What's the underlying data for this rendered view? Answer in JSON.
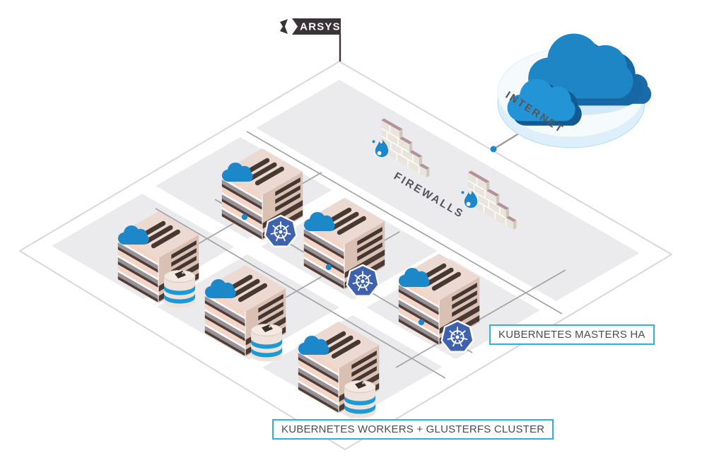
{
  "diagram": {
    "provider_ribbon": {
      "label": "ARSYS"
    },
    "internet": {
      "label": "INTERNET",
      "icon": "cloud-3d-icon"
    },
    "firewall_zone": {
      "label": "FIREWALLS",
      "count": 2,
      "icon": "brick-wall-icon",
      "flame_icon": "flame-icon"
    },
    "masters": {
      "label": "KUBERNETES MASTERS HA",
      "count": 3,
      "node_icons": [
        "cloud-icon",
        "kubernetes-helm-icon"
      ]
    },
    "workers": {
      "label": "KUBERNETES WORKERS + GLUSTERFS CLUSTER",
      "count": 3,
      "node_icons": [
        "cloud-icon",
        "storage-disk-icon"
      ]
    },
    "colors": {
      "accent_blue": "#1c87c9",
      "label_border": "#2cb1e5",
      "ribbon_dark": "#3a3438",
      "panel_gray": "#ebebed",
      "kubernetes_blue": "#3f62ae",
      "server_pink_top": "#ecd9d2",
      "brick_mauve": "#b3929b",
      "disk_stripe_cyan": "#1a9bd7",
      "connector_gray": "#a3a4a8"
    }
  }
}
